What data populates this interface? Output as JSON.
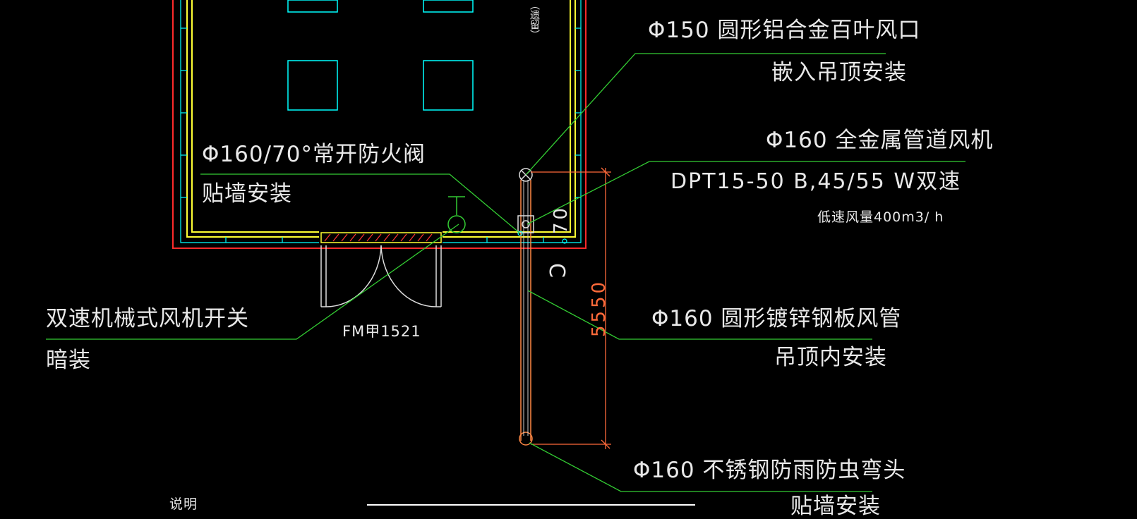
{
  "colors": {
    "background": "#000000",
    "wall_outer": "#ff2a2a",
    "wall_inner": "#ffff33",
    "fixture": "#00ffff",
    "leader": "#33cc33",
    "duct": "#ff8844",
    "text": "#e8e8e8"
  },
  "labels": {
    "grille_line1": "Φ150 圆形铝合金百叶风口",
    "grille_line2": "嵌入吊顶安装",
    "fan_line1": "Φ160 全金属管道风机",
    "fan_line2": "DPT15-50 B,45/55 W双速",
    "fan_line3": "低速风量400m3/ h",
    "damper_line1": "Φ160/70°常开防火阀",
    "damper_line2": "贴墙安装",
    "switch_line1": "双速机械式风机开关",
    "switch_line2": "暗装",
    "door_code": "FM甲1521",
    "duct_line1": "Φ160 圆形镀锌钢板风管",
    "duct_line2": "吊顶内安装",
    "elbow_line1": "Φ160 不锈钢防雨防虫弯头",
    "elbow_line2": "贴墙安装",
    "dimension": "5550",
    "dim_small": "70",
    "room_vertical_text": "（遗留）",
    "notes_heading": "说明",
    "outline_c": "C"
  },
  "icons": {
    "grille": "circular-grille-icon",
    "fan": "duct-fan-icon",
    "switch": "fan-switch-icon",
    "elbow": "rain-elbow-icon",
    "door": "double-swing-door-icon"
  }
}
